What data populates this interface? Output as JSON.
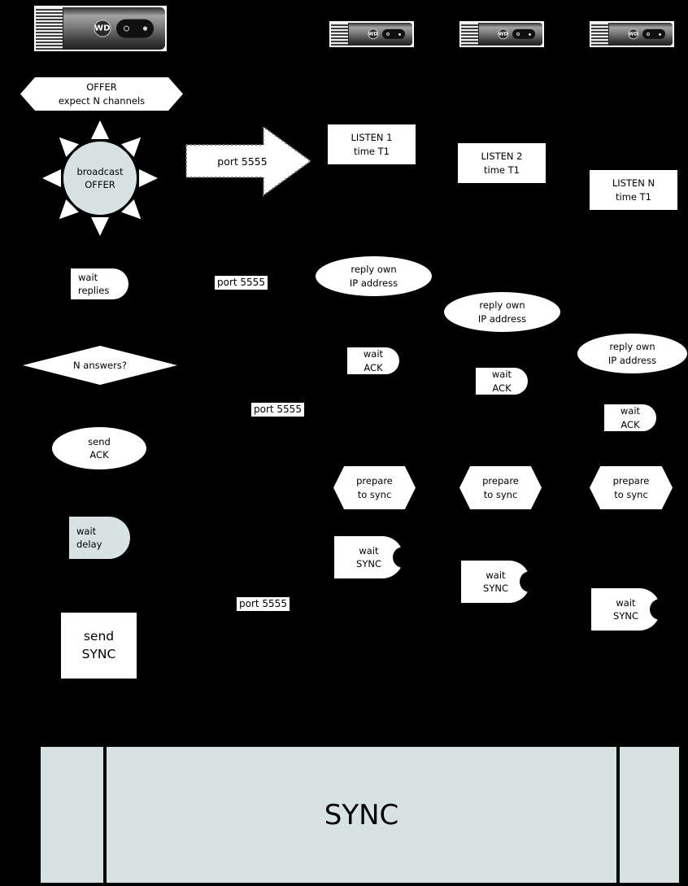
{
  "colors": {
    "background": "#000000",
    "shape_fill": "#ffffff",
    "accent_fill": "#d7e3e3",
    "text": "#000000"
  },
  "devices": {
    "logo": "WD"
  },
  "master": {
    "offer": {
      "line1": "OFFER",
      "line2": "expect N channels"
    },
    "broadcast": {
      "line1": "broadcast",
      "line2": "OFFER"
    },
    "arrow_label": "port 5555",
    "wait_replies": {
      "line1": "wait",
      "line2": "replies"
    },
    "n_answers": "N answers?",
    "send_ack": {
      "line1": "send",
      "line2": "ACK"
    },
    "wait_delay": {
      "line1": "wait",
      "line2": "delay"
    },
    "send_sync": {
      "line1": "send",
      "line2": "SYNC"
    }
  },
  "port_labels": [
    "port 5555",
    "port 5555",
    "port 5555"
  ],
  "slaves": [
    {
      "listen": {
        "line1": "LISTEN 1",
        "line2": "time T1"
      },
      "reply": {
        "line1": "reply own",
        "line2": "IP address"
      },
      "wait_ack": {
        "line1": "wait",
        "line2": "ACK"
      },
      "prepare": {
        "line1": "prepare",
        "line2": "to sync"
      },
      "wait_sync": {
        "line1": "wait",
        "line2": "SYNC"
      }
    },
    {
      "listen": {
        "line1": "LISTEN 2",
        "line2": "time T1"
      },
      "reply": {
        "line1": "reply own",
        "line2": "IP address"
      },
      "wait_ack": {
        "line1": "wait",
        "line2": "ACK"
      },
      "prepare": {
        "line1": "prepare",
        "line2": "to sync"
      },
      "wait_sync": {
        "line1": "wait",
        "line2": "SYNC"
      }
    },
    {
      "listen": {
        "line1": "LISTEN N",
        "line2": "time T1"
      },
      "reply": {
        "line1": "reply own",
        "line2": "IP address"
      },
      "wait_ack": {
        "line1": "wait",
        "line2": "ACK"
      },
      "prepare": {
        "line1": "prepare",
        "line2": "to sync"
      },
      "wait_sync": {
        "line1": "wait",
        "line2": "SYNC"
      }
    }
  ],
  "timeline": {
    "label": "SYNC"
  }
}
